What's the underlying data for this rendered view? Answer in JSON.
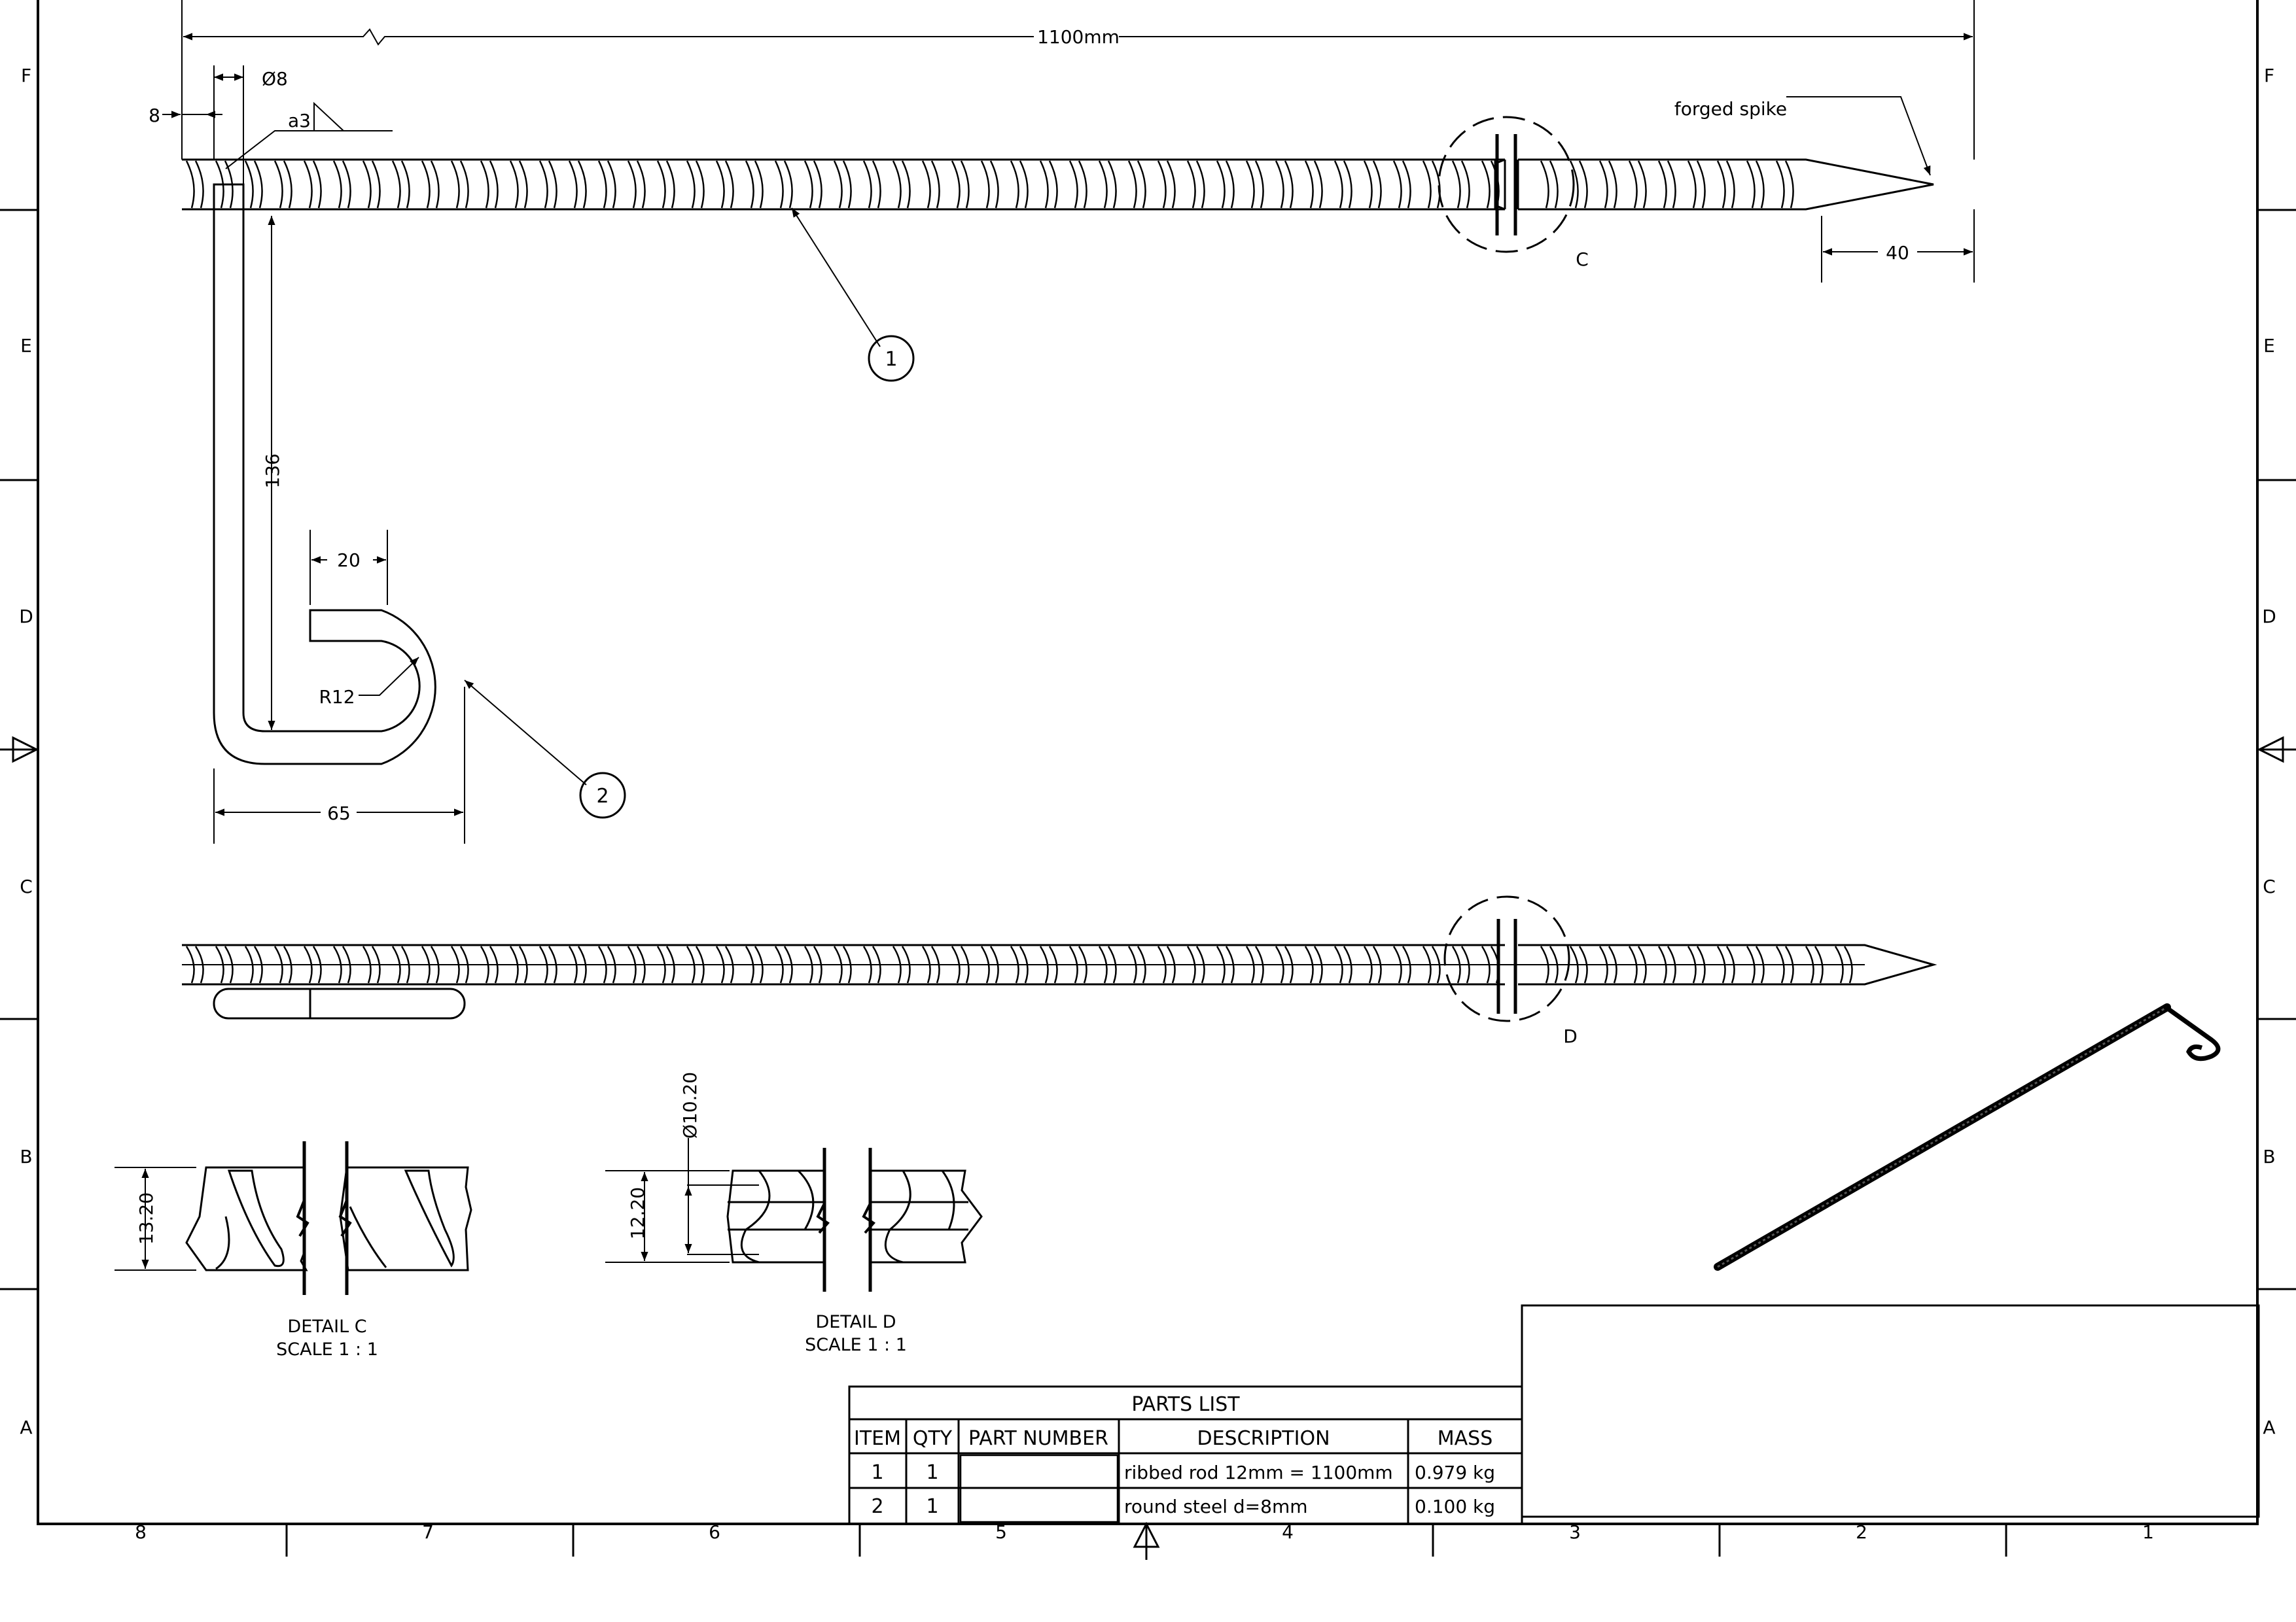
{
  "drawing": {
    "grid": {
      "rows": [
        "F",
        "E",
        "D",
        "C",
        "B",
        "A"
      ],
      "cols": [
        "8",
        "7",
        "6",
        "5",
        "4",
        "3",
        "2",
        "1"
      ]
    },
    "dimensions": {
      "overall_length": "1100mm",
      "offset": "8",
      "bar_diameter": "Ø8",
      "weld": "a3",
      "spike_length": "40",
      "hook_height": "136",
      "hook_width": "20",
      "hook_radius": "R12",
      "hook_total_width": "65",
      "detail_c_dim": "13.20",
      "detail_d_dim": "12.20",
      "detail_d_dia": "Ø10.20"
    },
    "notes": {
      "spike": "forged spike"
    },
    "balloons": {
      "item1": "1",
      "item2": "2"
    },
    "detail_labels": {
      "c": "C",
      "d": "D"
    },
    "detail_c": {
      "title": "DETAIL  C",
      "scale": "SCALE 1 : 1"
    },
    "detail_d": {
      "title": "DETAIL  D",
      "scale": "SCALE 1 : 1"
    }
  },
  "parts_list": {
    "title": "PARTS LIST",
    "headers": [
      "ITEM",
      "QTY",
      "PART NUMBER",
      "DESCRIPTION",
      "MASS"
    ],
    "rows": [
      [
        "1",
        "1",
        "",
        "ribbed rod 12mm = 1100mm",
        "0.979 kg"
      ],
      [
        "2",
        "1",
        "",
        "round steel d=8mm",
        "0.100 kg"
      ]
    ]
  }
}
